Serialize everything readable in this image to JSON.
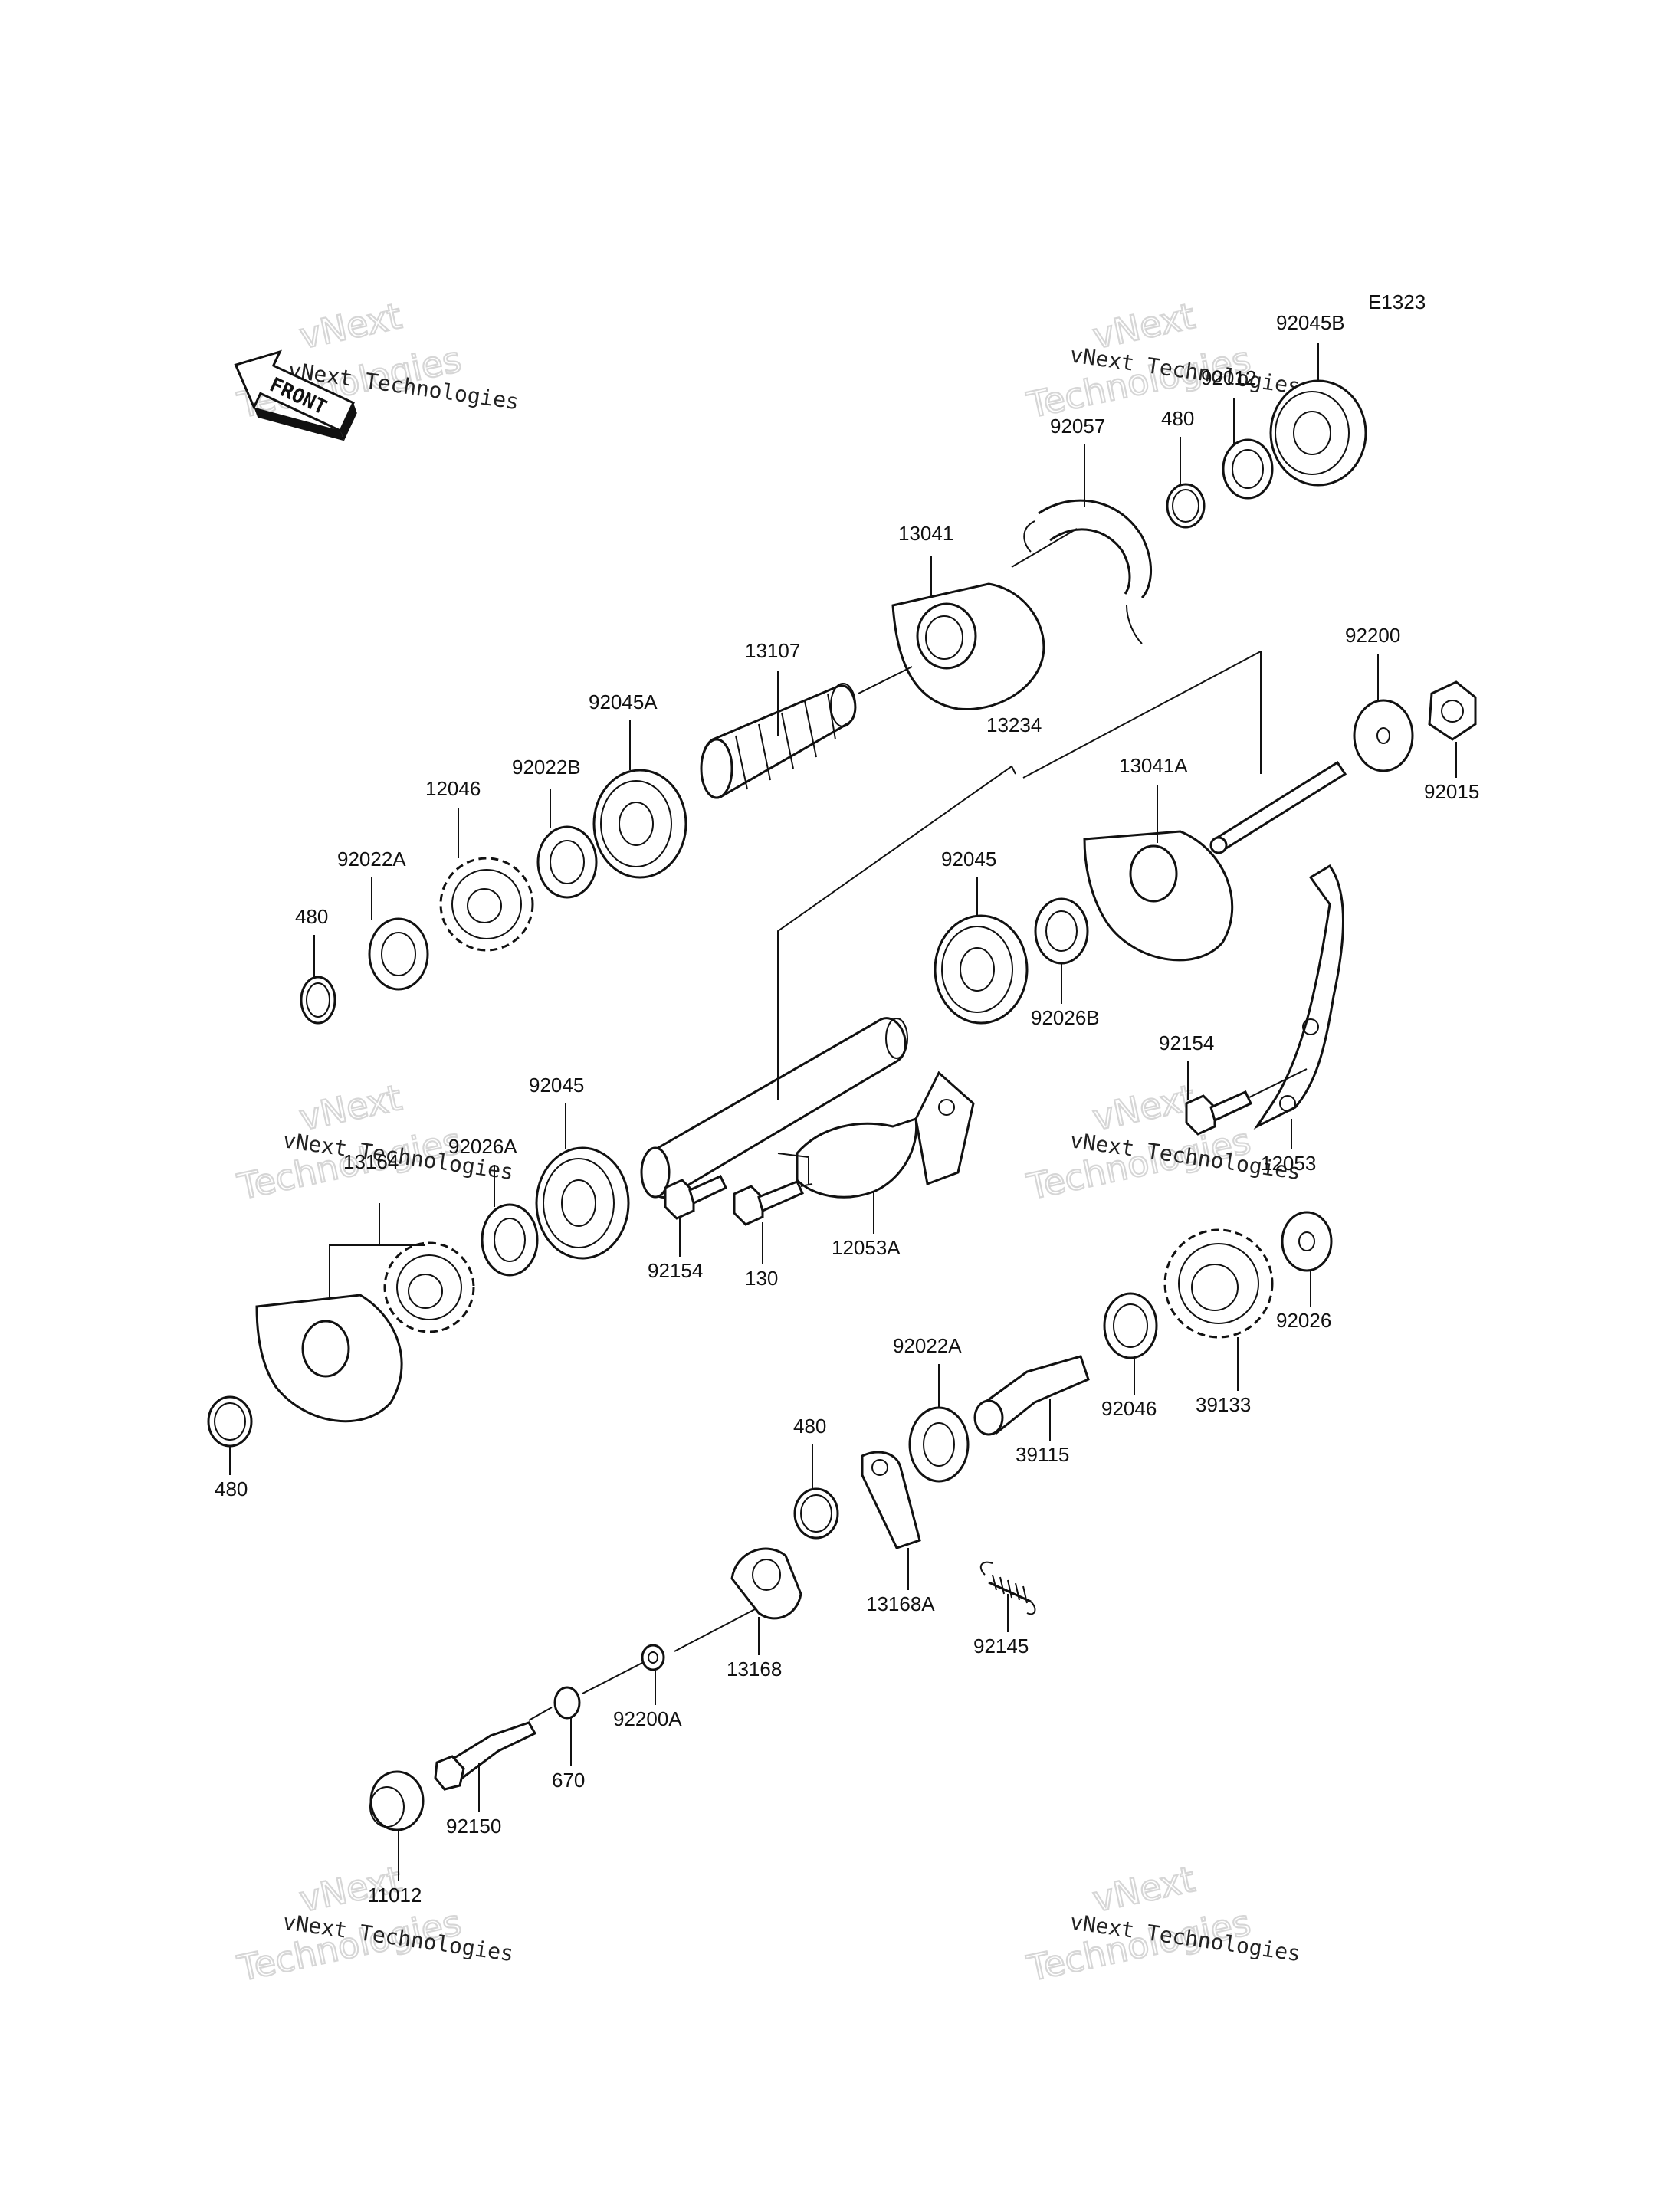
{
  "diagram_code": "E1323",
  "front_arrow": "FRONT",
  "watermark": {
    "line1": "vNext Technologies",
    "line2": "vNext",
    "line3": "Technologies"
  },
  "labels": {
    "l92045B": "92045B",
    "l92012": "92012",
    "l92057": "92057",
    "l480a": "480",
    "l13041": "13041",
    "l13107": "13107",
    "l92045A": "92045A",
    "l13234": "13234",
    "l92022B": "92022B",
    "l12046": "12046",
    "l92022A": "92022A",
    "l480b": "480",
    "l92045a": "92045",
    "l13041A": "13041A",
    "l92200": "92200",
    "l92015": "92015",
    "l92026B": "92026B",
    "l92154a": "92154",
    "l12053": "12053",
    "l92045b": "92045",
    "l92026A": "92026A",
    "l13164": "13164",
    "l92154b": "92154",
    "l130": "130",
    "l12053A": "12053A",
    "l480c": "480",
    "l92026": "92026",
    "l39133": "39133",
    "l92046": "92046",
    "l92022A2": "92022A",
    "l39115": "39115",
    "l480d": "480",
    "l13168A": "13168A",
    "l92145": "92145",
    "l13168": "13168",
    "l92200A": "92200A",
    "l670": "670",
    "l92150": "92150",
    "l11012": "11012"
  }
}
